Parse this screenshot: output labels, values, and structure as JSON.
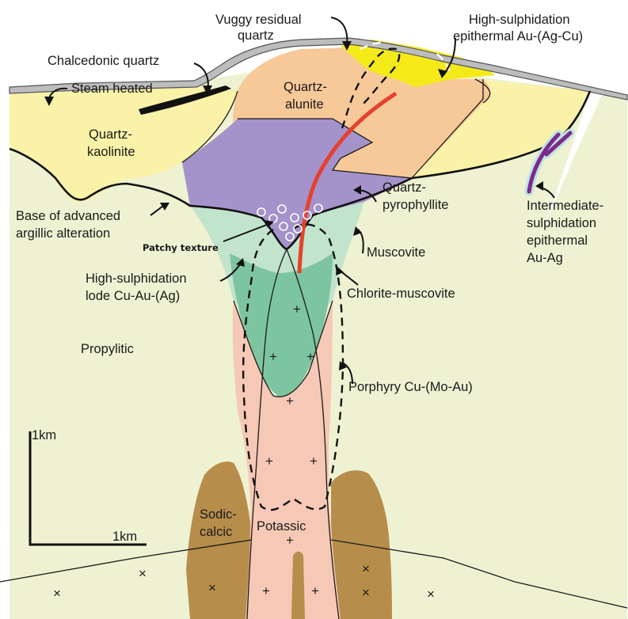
{
  "labels": {
    "vuggy_1": "Vuggy residual",
    "vuggy_2": "quartz",
    "hs_epi_1": "High-sulphidation",
    "hs_epi_2": "epithermal Au-(Ag-Cu)",
    "chalcedonic": "Chalcedonic quartz",
    "steam_heated": "Steam heated",
    "qa_1": "Quartz-",
    "qa_2": "alunite",
    "qk_1": "Quartz-",
    "qk_2": "kaolinite",
    "base_1": "Base of advanced",
    "base_2": "argillic alteration",
    "patchy": "Patchy texture",
    "qp_1": "Quartz-",
    "qp_2": "pyrophyllite",
    "muscovite": "Muscovite",
    "is_1": "Intermediate-",
    "is_2": "sulphidation",
    "is_3": "epithermal",
    "is_4": "Au-Ag",
    "hsl_1": "High-sulphidation",
    "hsl_2": "lode Cu-Au-(Ag)",
    "chl_musc": "Chlorite-muscovite",
    "propylitic": "Propylitic",
    "porphyry": "Porphyry Cu-(Mo-Au)",
    "scale_v": "1km",
    "scale_h": "1km",
    "sodic_1": "Sodic-",
    "sodic_2": "calcic",
    "potassic": "Potassic"
  },
  "symbols": {
    "plus": "+",
    "cross": "×"
  },
  "colors": {
    "propylitic": "#eef2d2",
    "quartz_kaolinite": "#faf2a9",
    "quartz_alunite": "#f7c898",
    "quartz_pyrophyllite": "#a493ca",
    "muscovite": "#c2e3cc",
    "chlorite_muscovite": "#7dc5a1",
    "potassic": "#f6c9b6",
    "sodic_calcic": "#b78d4b",
    "hs_epithermal": "#f4ea1a",
    "vuggy_quartz": "#bcbdbf",
    "hs_lode": "#e5412f",
    "is_vein": "#7b2a8c",
    "is_halo": "#bfe3e0"
  }
}
